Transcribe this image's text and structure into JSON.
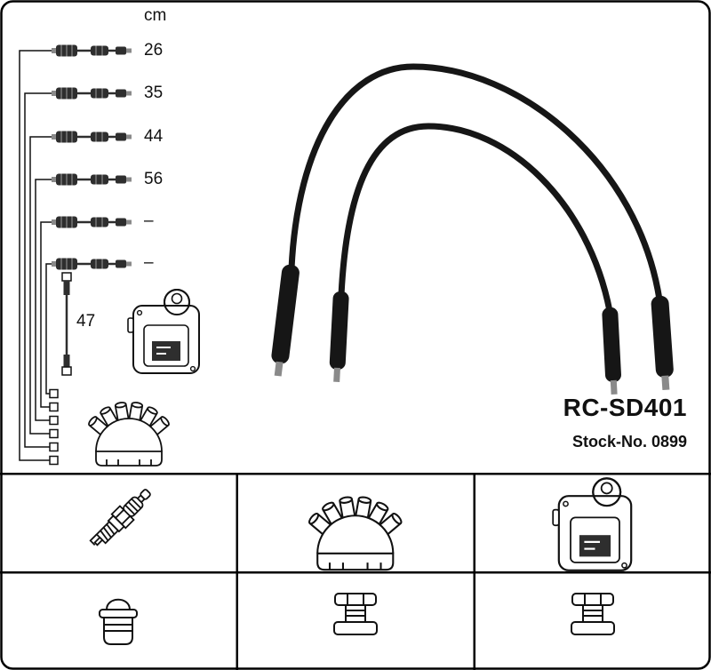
{
  "product": {
    "code": "RC-SD401",
    "stock": "Stock-No. 0899"
  },
  "diagram": {
    "unit": "cm",
    "cable_lengths": [
      "26",
      "35",
      "44",
      "56",
      "–",
      "–"
    ],
    "coil_cable_length": "47"
  },
  "icons": {
    "schematic": "cable-length-schematic",
    "coil": "ignition-coil-icon",
    "cap": "distributor-cap-icon",
    "plug": "spark-plug-icon",
    "boot": "plug-boot-icon",
    "connector": "terminal-connector-icon",
    "photo": "ignition-leads-photo"
  },
  "colors": {
    "line": "#111111",
    "cable": "#161616",
    "background": "#ffffff"
  }
}
